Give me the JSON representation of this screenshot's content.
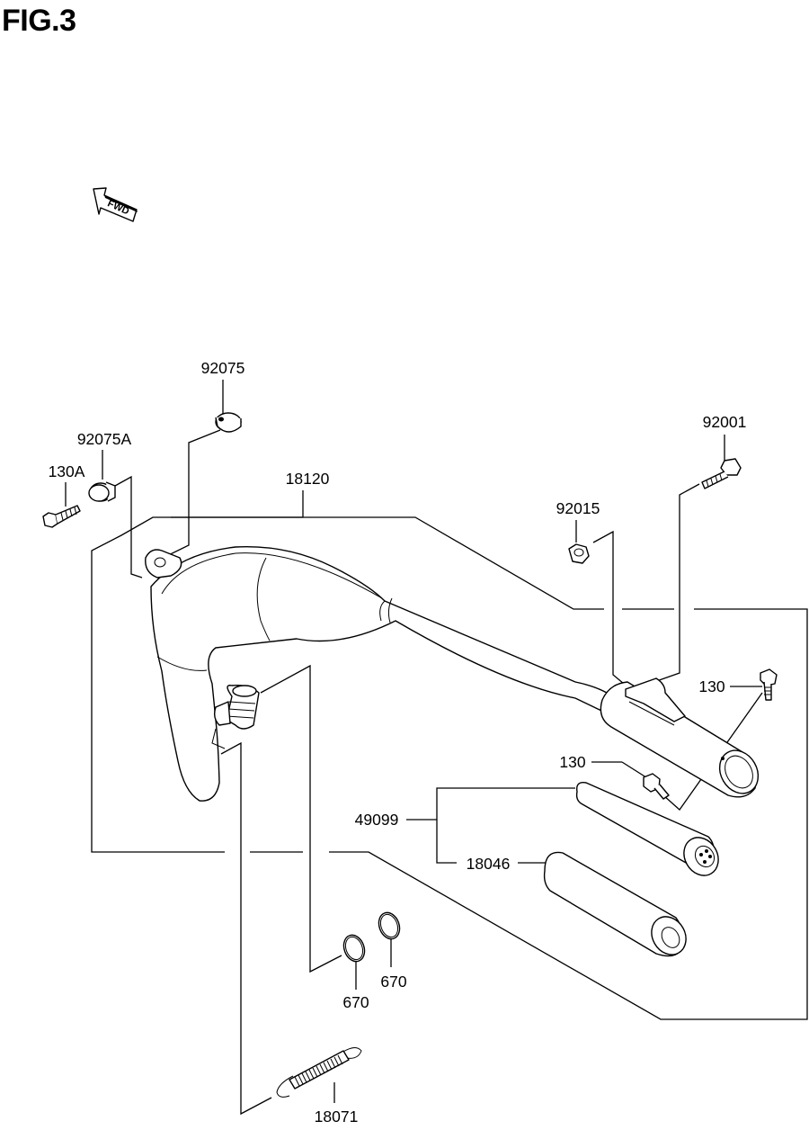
{
  "figure": {
    "title": "FIG.3"
  },
  "direction_arrow": {
    "label": "FWD"
  },
  "parts": [
    {
      "key": "p92075",
      "number": "92075"
    },
    {
      "key": "p92075A",
      "number": "92075A"
    },
    {
      "key": "p130A",
      "number": "130A"
    },
    {
      "key": "p18120",
      "number": "18120"
    },
    {
      "key": "p92001",
      "number": "92001"
    },
    {
      "key": "p92015",
      "number": "92015"
    },
    {
      "key": "p130_upper",
      "number": "130"
    },
    {
      "key": "p130_lower",
      "number": "130"
    },
    {
      "key": "p49099",
      "number": "49099"
    },
    {
      "key": "p18046",
      "number": "18046"
    },
    {
      "key": "p670_left",
      "number": "670"
    },
    {
      "key": "p670_right",
      "number": "670"
    },
    {
      "key": "p18071",
      "number": "18071"
    }
  ]
}
